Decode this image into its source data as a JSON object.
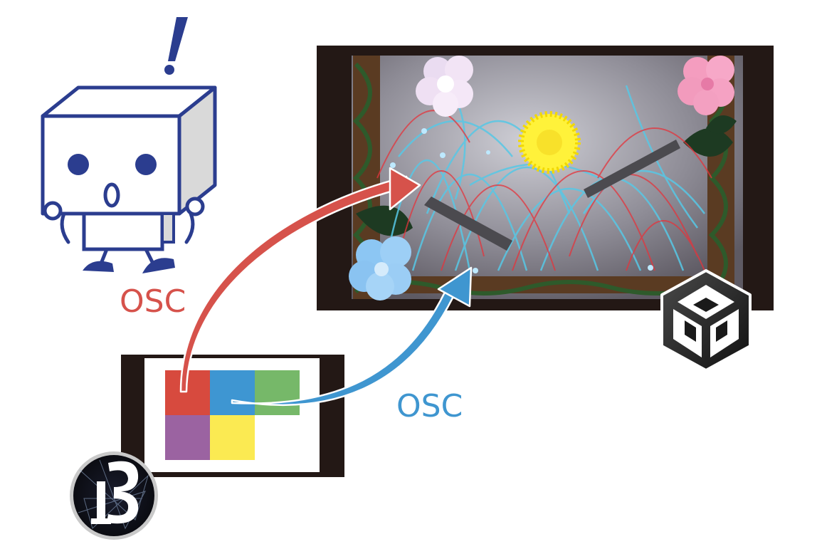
{
  "labels": {
    "osc_red": "OSC",
    "osc_blue": "OSC"
  },
  "colors": {
    "osc_red": "#d6524b",
    "osc_blue": "#3f96d0",
    "robot_outline": "#2b3d8f",
    "pad_red": "#d74a3e",
    "pad_blue": "#3e96d2",
    "pad_green": "#76b869",
    "pad_purple": "#9b63a1",
    "pad_yellow": "#fbea52",
    "frame": "#231815"
  },
  "grid_pads": [
    {
      "name": "red",
      "color": "#d74a3e"
    },
    {
      "name": "blue",
      "color": "#3e96d2"
    },
    {
      "name": "green",
      "color": "#76b869"
    },
    {
      "name": "purple",
      "color": "#9b63a1"
    },
    {
      "name": "yellow",
      "color": "#fbea52"
    }
  ],
  "icons": {
    "robot": "box-robot-character",
    "exclamation": "exclamation-icon",
    "unity": "unity-logo-icon",
    "processing": "processing-p3-logo-icon"
  }
}
